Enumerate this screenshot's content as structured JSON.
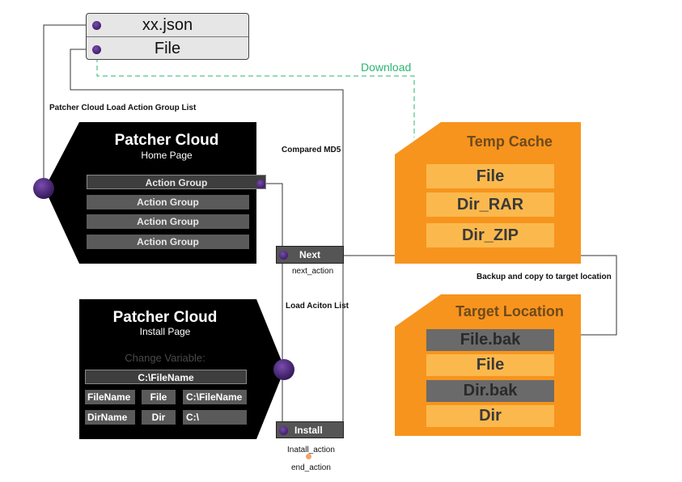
{
  "json_file": {
    "name": "xx.json",
    "file": "File"
  },
  "labels": {
    "download": "Download",
    "load_action_group_list": "Patcher Cloud Load Action Group List",
    "compared_md5": "Compared MD5",
    "load_action_list": "Load Aciton List",
    "backup_copy": "Backup and copy to target location",
    "next_action": "next_action",
    "install_action": "Inatall_action",
    "end_action": "end_action"
  },
  "home_page": {
    "title": "Patcher Cloud",
    "subtitle": "Home Page",
    "action_groups": [
      "Action Group",
      "Action Group",
      "Action Group",
      "Action Group"
    ],
    "next_button": "Next"
  },
  "install_page": {
    "title": "Patcher Cloud",
    "subtitle": "Install Page",
    "change_variable": "Change Variable:",
    "path_field": "C:\\FileName",
    "rows": [
      [
        "FileName",
        "File",
        "C:\\FileName"
      ],
      [
        "DirName",
        "Dir",
        "C:\\"
      ]
    ],
    "install_button": "Install"
  },
  "temp_cache": {
    "title": "Temp Cache",
    "items": [
      "File",
      "Dir_RAR",
      "Dir_ZIP"
    ]
  },
  "target_location": {
    "title": "Target Location",
    "items": [
      "File.bak",
      "File",
      "Dir.bak",
      "Dir"
    ]
  },
  "colors": {
    "orange": "#f7941d",
    "orange_light": "#fbb94d",
    "download_line": "#2bb573",
    "dark_panel": "#000000",
    "node": "#4b2a7a"
  }
}
